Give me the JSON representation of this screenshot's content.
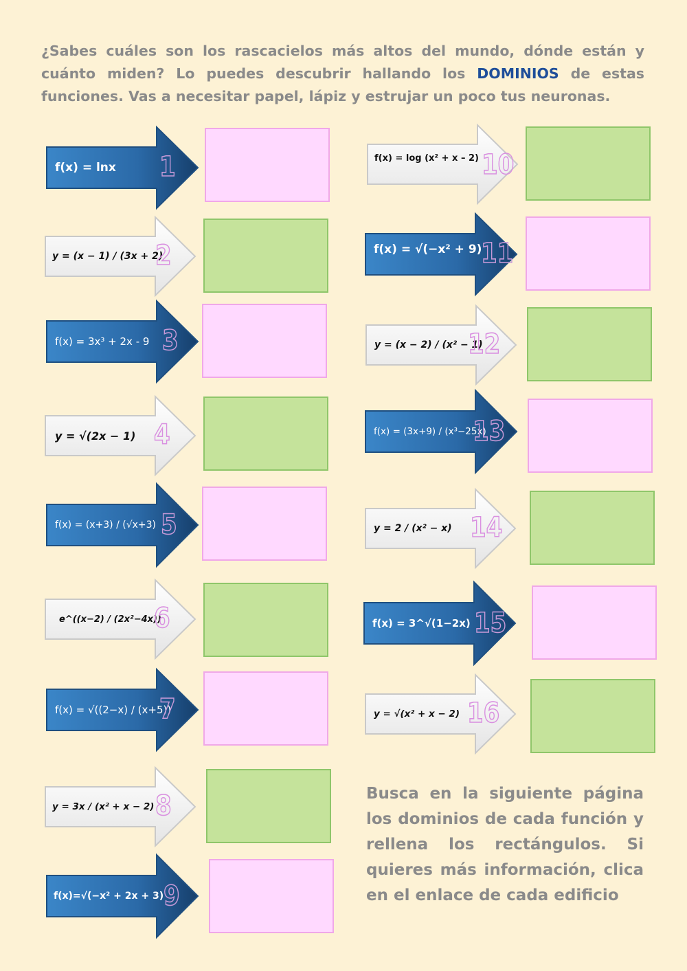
{
  "intro": {
    "before": "¿Sabes cuáles son los rascacielos más altos del mundo, dónde están y cuánto miden? Lo puedes descubrir hallando los ",
    "highlight": "DOMINIOS",
    "after": " de estas funciones. Vas a necesitar papel, lápiz y estrujar un poco tus neuronas."
  },
  "items": [
    {
      "number": "1",
      "formula": "f(x) = lnx",
      "style": "blue",
      "box": "pink"
    },
    {
      "number": "2",
      "formula": "y = (x − 1) / (3x + 2)",
      "style": "white",
      "box": "green"
    },
    {
      "number": "3",
      "formula": "f(x) = 3x³ + 2x - 9",
      "style": "blue",
      "box": "pink"
    },
    {
      "number": "4",
      "formula": "y = √(2x − 1)",
      "style": "white",
      "box": "green"
    },
    {
      "number": "5",
      "formula": "f(x) = (x+3) / (√x+3)",
      "style": "blue",
      "box": "pink"
    },
    {
      "number": "6",
      "formula": "e^((x−2) / (2x²−4x))",
      "style": "white",
      "box": "green"
    },
    {
      "number": "7",
      "formula": "f(x) = √((2−x) / (x+5))",
      "style": "blue",
      "box": "pink"
    },
    {
      "number": "8",
      "formula": "y = 3x / (x² + x − 2)",
      "style": "white",
      "box": "green"
    },
    {
      "number": "9",
      "formula": "f(x)=√(−x² + 2x + 3)",
      "style": "blue",
      "box": "pink"
    },
    {
      "number": "10",
      "formula": "f(x) = log (x² + x – 2)",
      "style": "white",
      "box": "green"
    },
    {
      "number": "11",
      "formula": "f(x) = √(−x² + 9)",
      "style": "blue",
      "box": "pink"
    },
    {
      "number": "12",
      "formula": "y = (x − 2) / (x² − 1)",
      "style": "white",
      "box": "green"
    },
    {
      "number": "13",
      "formula": "f(x) = (3x+9) / (x³−25x)",
      "style": "blue",
      "box": "pink"
    },
    {
      "number": "14",
      "formula": "y = 2 / (x² − x)",
      "style": "white",
      "box": "green"
    },
    {
      "number": "15",
      "formula": "f(x) = 3^√(1−2x)",
      "style": "blue",
      "box": "pink"
    },
    {
      "number": "16",
      "formula": "y = √(x² + x − 2)",
      "style": "white",
      "box": "green"
    }
  ],
  "closing": "Busca en la siguiente página los dominios de cada función y rellena los rectángulos. Si quieres más información, clica en el enlace de cada edificio",
  "colors": {
    "background": "#fdf2d5",
    "text_gray": "#8a8a8a",
    "highlight_blue": "#1f4e9a",
    "arrow_blue": "#2e6fae",
    "box_pink": "#ffd9ff",
    "box_green": "#c5e39b",
    "number_outline": "#d98fe0"
  }
}
